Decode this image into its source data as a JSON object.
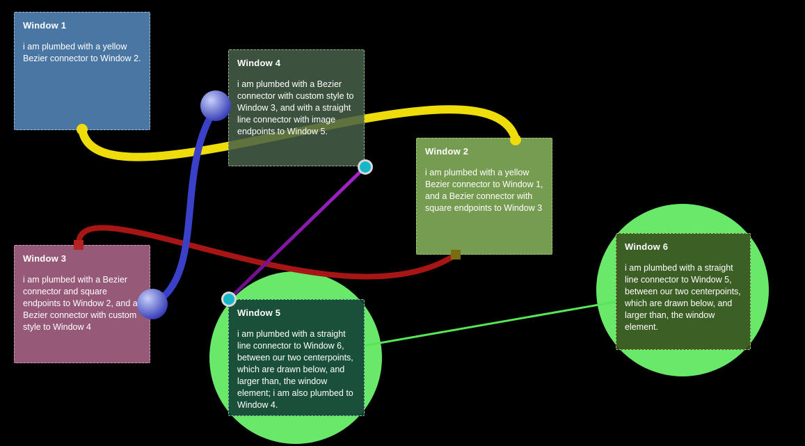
{
  "canvas": {
    "background": "#000000"
  },
  "windows": [
    {
      "title": "Window 1",
      "body": "i am plumbed with a yellow Bezier connector to Window 2.",
      "bg": "#578bc1d9",
      "border": "#a9bdd3"
    },
    {
      "title": "Window 2",
      "body": "i am plumbed with a yellow Bezier connector to Window 1, and a Bezier connector with square endpoints to Window 3",
      "bg": "#8bb75fd9",
      "border": "#aacb7f"
    },
    {
      "title": "Window 3",
      "body": "i am plumbed with a Bezier connector and square endpoints to Window 2, and a Bezier connector with custom style to Window 4",
      "bg": "#b0688dd9",
      "border": "#caa0b8"
    },
    {
      "title": "Window 4",
      "body": "i am plumbed with a Bezier connector with custom style to Window 3, and with a straight line connector with image endpoints to Window 5.",
      "bg": "#476049d9",
      "border": "#9bb894"
    },
    {
      "title": "Window 5",
      "body": "i am plumbed with a straight line connector to Window 6, between our two centerpoints, which are drawn below, and larger than, the window element; i am also plumbed to Window 4.",
      "bg": "#123f35e6",
      "border": "#7fd0a9"
    },
    {
      "title": "Window 6",
      "body": "i am plumbed with a straight line connector to Window 5, between our two centerpoints, which are drawn below, and larger than, the window element.",
      "bg": "#36501de6",
      "border": "#a9d873"
    }
  ],
  "centerpoints": {
    "color": "#69e869"
  },
  "connectors": {
    "yellow_bezier": {
      "from": "Window 1",
      "to": "Window 2",
      "color": "#eedd0a"
    },
    "blue_bezier": {
      "from": "Window 4",
      "to": "Window 3",
      "color": "#3a40c8"
    },
    "red_bezier": {
      "from": "Window 3",
      "to": "Window 2",
      "color": "#a81515"
    },
    "purple_line": {
      "from": "Window 4",
      "to": "Window 5",
      "color_start": "#a826ce",
      "color_end": "#650c84"
    },
    "green_line": {
      "from": "Window 5",
      "to": "Window 6",
      "color": "#57e657"
    }
  },
  "endpoints": {
    "yellow_dot": {
      "color": "#eedd0a"
    },
    "blue_ball": {
      "highlight": "#c7d0fa",
      "color": "#262cae"
    },
    "red_square": {
      "color": "#b42222"
    },
    "olive_square": {
      "color": "#7a6d11"
    },
    "cyan_circle": {
      "ring": "#d9d9d9",
      "color": "#17b6c8"
    }
  }
}
